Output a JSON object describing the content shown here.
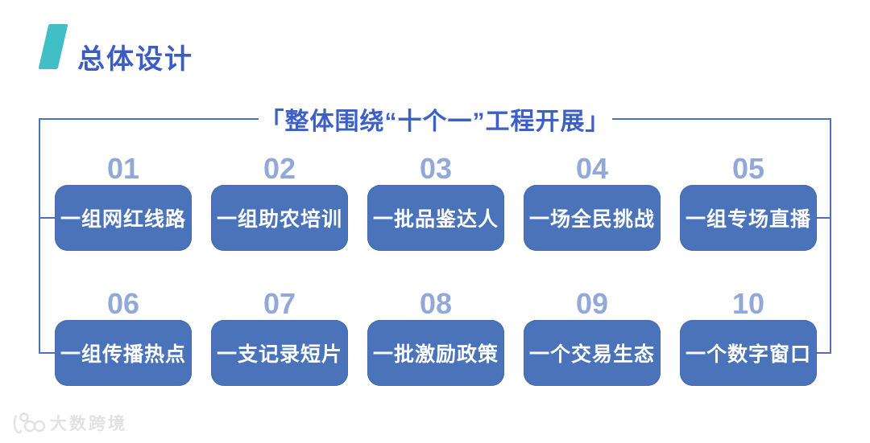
{
  "slide": {
    "title": "总体设计",
    "heading": "「整体围绕“十个一”工程开展」",
    "items": [
      {
        "num": "01",
        "label": "一组网红线路"
      },
      {
        "num": "02",
        "label": "一组助农培训"
      },
      {
        "num": "03",
        "label": "一批品鉴达人"
      },
      {
        "num": "04",
        "label": "一场全民挑战"
      },
      {
        "num": "05",
        "label": "一组专场直播"
      },
      {
        "num": "06",
        "label": "一组传播热点"
      },
      {
        "num": "07",
        "label": "一支记录短片"
      },
      {
        "num": "08",
        "label": "一批激励政策"
      },
      {
        "num": "09",
        "label": "一个交易生态"
      },
      {
        "num": "10",
        "label": "一个数字窗口"
      }
    ],
    "watermark": {
      "text": "大数跨境",
      "logo": "100-logo"
    },
    "colors": {
      "title_blue": "#3b5cc4",
      "heading_blue": "#3e60c6",
      "box_blue": "#4a73b9",
      "number_light_blue": "#92a9d8",
      "accent_teal": "#41bfc6",
      "line_blue": "#4a73b9",
      "watermark_gray": "#e2e2e2",
      "background": "#ffffff"
    }
  }
}
